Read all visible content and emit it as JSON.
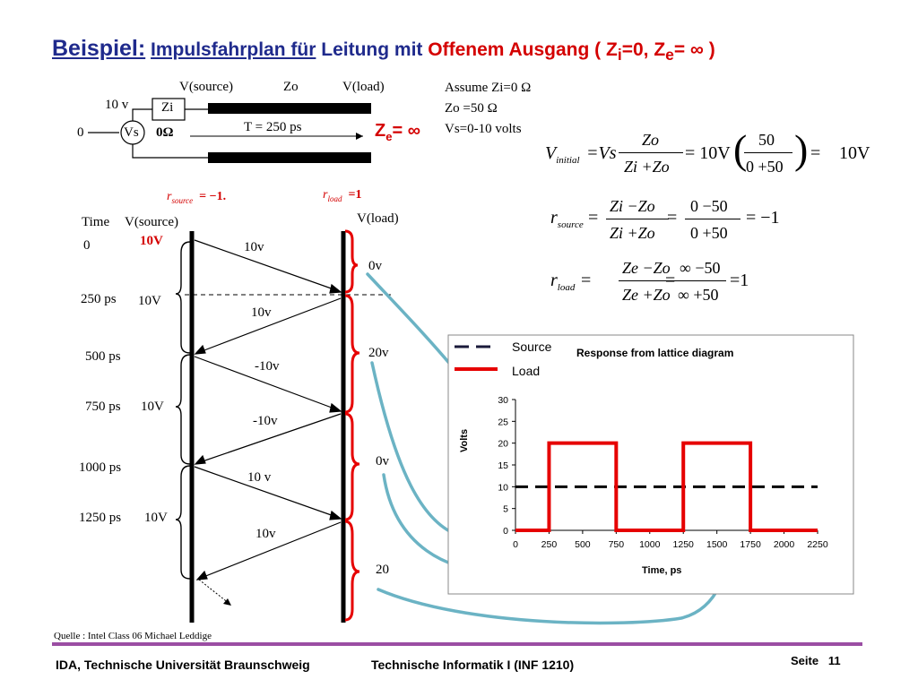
{
  "title": {
    "prefix": "Beispiel:",
    "part1": "Impulsfahrplan für",
    "part2": "Leitung mit",
    "part3": "Offenem Ausgang",
    "part4": "( Z",
    "sub_i": "i",
    "part5": "=0,  Z",
    "sub_e": "e",
    "part6": "= ∞ )"
  },
  "circuit": {
    "vsource_label": "V(source)",
    "zo_label": "Zo",
    "vload_label": "V(load)",
    "v10_label": "10 v",
    "zi_label": "Zi",
    "zero_label": "0",
    "vs_label": "Vs",
    "ohm_label": "0Ω",
    "t_label": "T = 250   ps",
    "ze_label": "Z",
    "ze_sub": "e",
    "ze_tail": "= ∞"
  },
  "assumptions": {
    "line1": "Assume Zi=0  Ω",
    "line2": "Zo    =50  Ω",
    "line3": "Vs=0-10 volts"
  },
  "equations": {
    "v_initial": {
      "lhs": "V",
      "lhs_sub": "initial",
      "eq1": "=Vs",
      "num1": "Zo",
      "den1": "Zi  +Zo",
      "eq2": "=  10V",
      "num2": "50",
      "den2": "0  +50",
      "eq3": "=",
      "result": "10V"
    },
    "r_source": {
      "lhs": "r",
      "lhs_sub": "source",
      "eq1": "=",
      "num1": "Zi  −Zo",
      "den1": "Zi  +Zo",
      "eq2": "=",
      "num2": "0   −50",
      "den2": "0  +50",
      "result": "= −1"
    },
    "r_load": {
      "lhs": "r",
      "lhs_sub": "load",
      "eq1": "=",
      "num1": "Ze  −Zo",
      "den1": "Ze  +Zo",
      "eq2": "=",
      "num2": "∞ −50",
      "den2": "∞ +50",
      "result": "=1"
    }
  },
  "lattice": {
    "r_source_label": "r",
    "r_source_sub": "source",
    "r_source_value": "= −1.",
    "r_load_label": "r",
    "r_load_sub": "load",
    "r_load_value": "=1",
    "time_header": "Time",
    "vsource_header": "V(source)",
    "vload_header": "V(load)",
    "source_10v_red": "10V",
    "times": [
      "0",
      "250 ps",
      "500  ps",
      "750  ps",
      "1000 ps",
      "1250 ps"
    ],
    "source_values": [
      "10V",
      "10V",
      "10V"
    ],
    "wave_labels": [
      "10v",
      "10v",
      "-10v",
      "-10v",
      "10 v",
      "10v"
    ],
    "load_values": [
      "0v",
      "20v",
      "0v",
      "20"
    ]
  },
  "chart_legend": {
    "source": "Source",
    "load": "Load"
  },
  "chart_data": {
    "type": "line",
    "title": "Response from lattice diagram",
    "xlabel": "Time, ps",
    "ylabel": "Volts",
    "xlim": [
      0,
      2250
    ],
    "ylim": [
      0,
      30
    ],
    "x_ticks": [
      0,
      250,
      500,
      750,
      1000,
      1250,
      1500,
      1750,
      2000,
      2250
    ],
    "y_ticks": [
      0,
      5,
      10,
      15,
      20,
      25,
      30
    ],
    "series": [
      {
        "name": "Source",
        "style": "dashed",
        "color": "#000000",
        "x": [
          0,
          2250
        ],
        "y": [
          10,
          10
        ]
      },
      {
        "name": "Load",
        "style": "solid",
        "color": "#e60000",
        "x": [
          0,
          250,
          250,
          750,
          750,
          1250,
          1250,
          1750,
          1750,
          2250
        ],
        "y": [
          0,
          0,
          20,
          20,
          0,
          0,
          20,
          20,
          0,
          0
        ]
      }
    ]
  },
  "footer": {
    "source_note": "Quelle : Intel Class 06 Michael Leddige",
    "left": "IDA, Technische Universität Braunschweig",
    "center": "Technische Informatik I (INF 1210)",
    "page_label": "Seite",
    "page_number": "11"
  },
  "colors": {
    "title": "#1f2a8c",
    "red": "#d40000",
    "arrow": "#6bb3c4",
    "footer_line": "#9b4ea3"
  }
}
